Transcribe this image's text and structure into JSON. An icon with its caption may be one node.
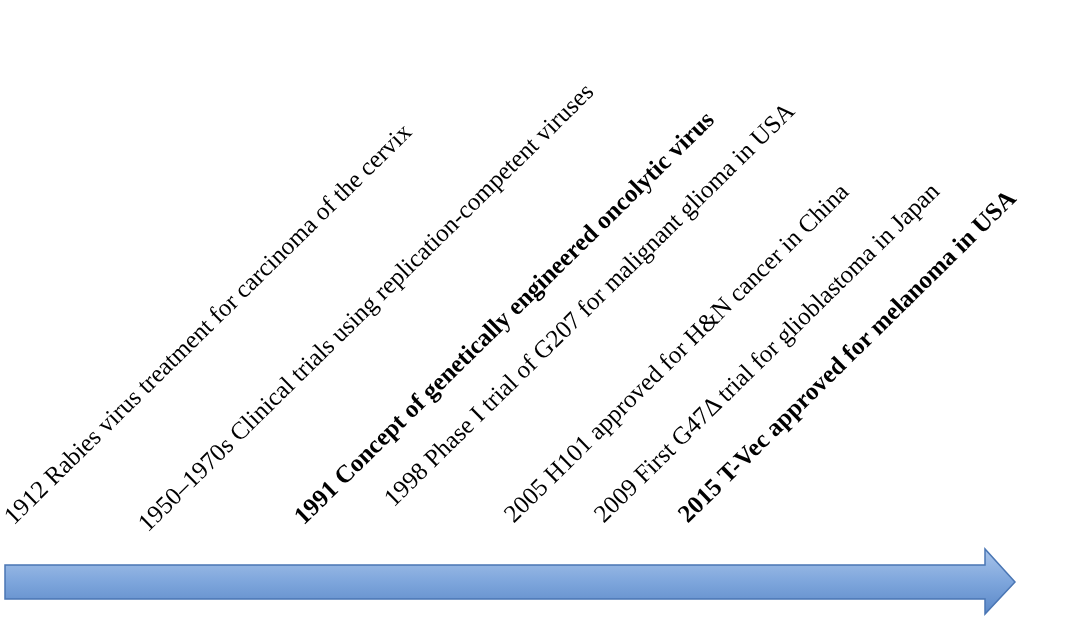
{
  "diagram": {
    "labels": [
      "1912 Rabies virus treatment for carcinoma of the cervix",
      "1950–1970s Clinical trials using replication-competent viruses",
      "1991 Concept of genetically engineered oncolytic virus",
      "1998 Phase I trial of G207 for malignant glioma in USA",
      "2005 H101 approved for H&N cancer in China",
      "2009 First G47Δ trial for glioblastoma in Japan",
      "2015 T-Vec approved for melanoma in USA"
    ]
  }
}
